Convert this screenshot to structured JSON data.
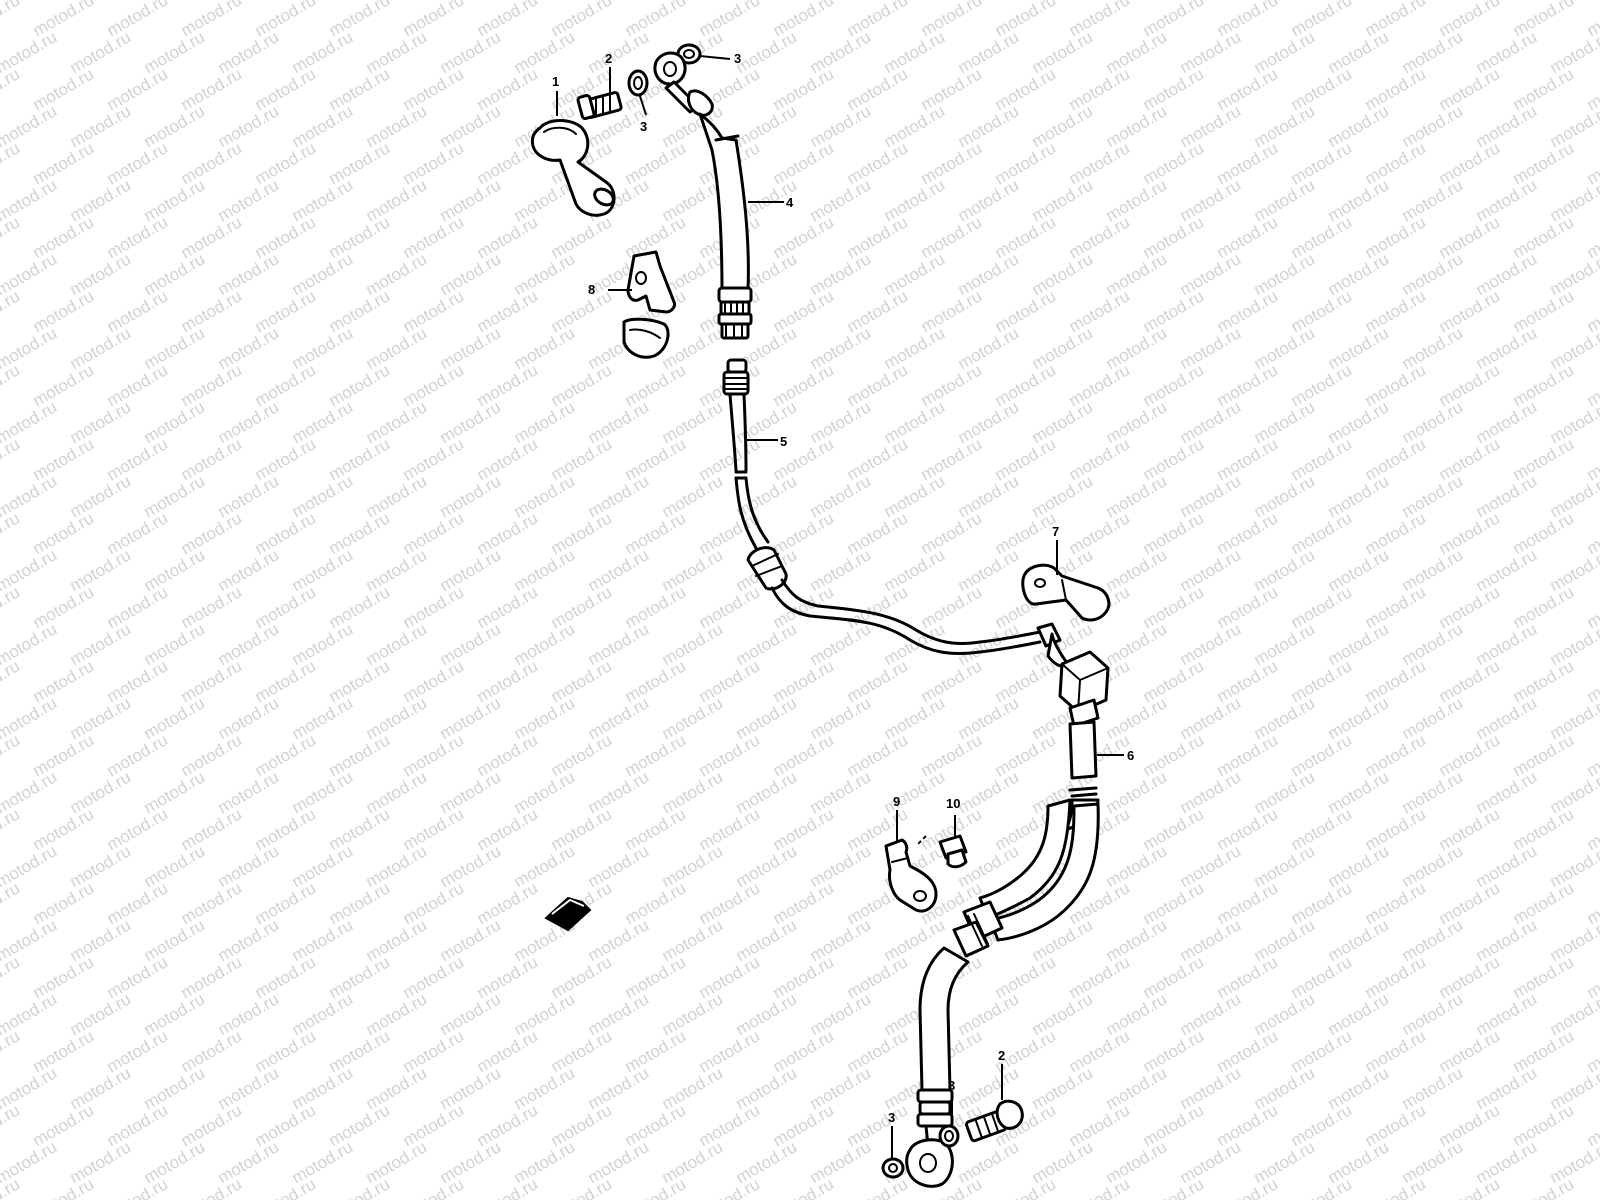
{
  "watermark": "motod.ru",
  "callouts": {
    "c1": "1",
    "c2_top": "2",
    "c3_top_a": "3",
    "c3_top_b": "3",
    "c4": "4",
    "c5": "5",
    "c6": "6",
    "c7": "7",
    "c8": "8",
    "c9": "9",
    "c10": "10",
    "c2_bottom": "2",
    "c3_bottom_a": "3",
    "c3_bottom_b": "3"
  },
  "colors": {
    "line": "#000000",
    "background": "#ffffff",
    "watermark": "#d2d2d2"
  },
  "icons": {
    "direction_arrow": "front-direction-arrow-icon"
  }
}
